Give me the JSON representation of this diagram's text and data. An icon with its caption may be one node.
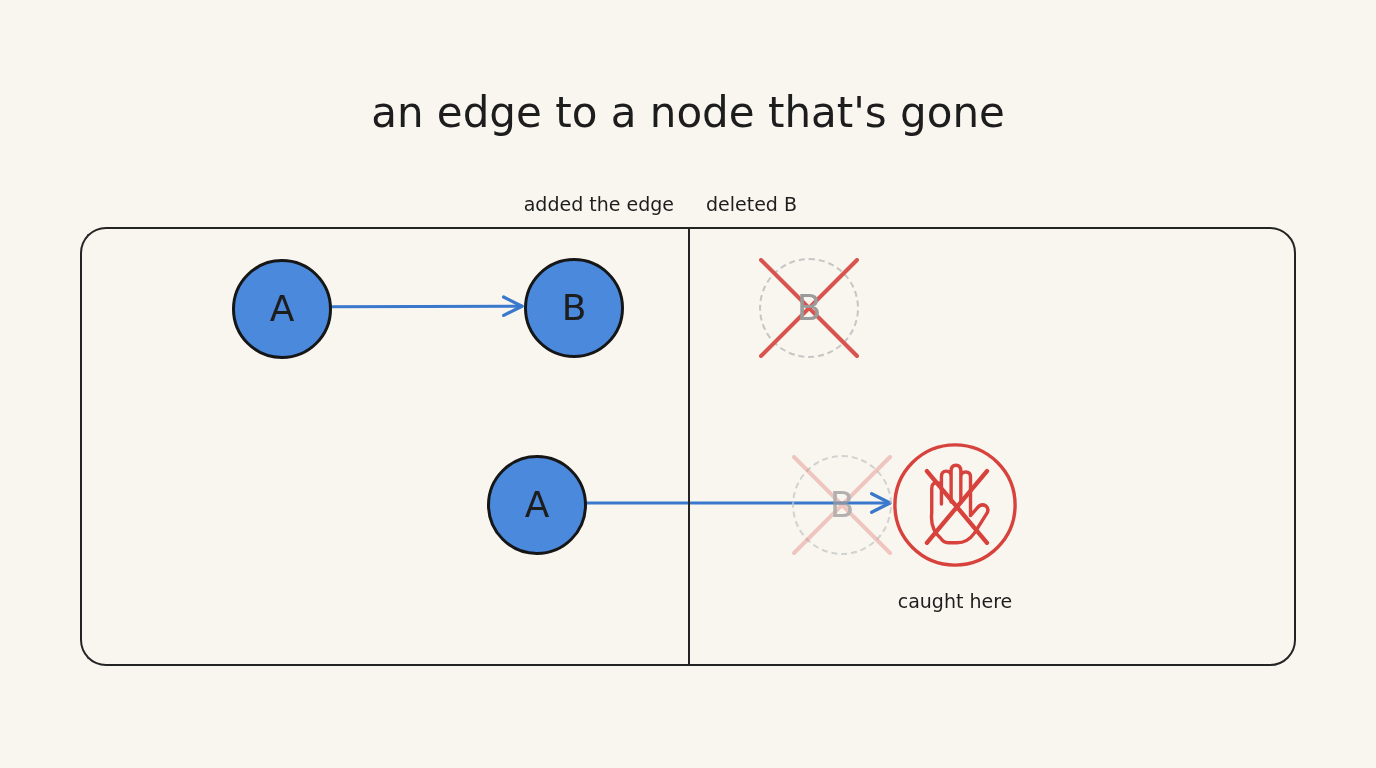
{
  "diagram": {
    "title": "an edge to a node that's gone",
    "nodes": [
      {
        "text": [
          "added the edge"
        ]
      },
      {
        "text": [
          "A"
        ],
        "in": 0
      },
      {
        "text": [
          "B"
        ],
        "in": 0
      },
      {
        "text": [
          "A"
        ],
        "in": 0
      },
      {
        "text": [
          "deleted B"
        ]
      },
      {
        "text": [
          "B"
        ],
        "in": 4
      },
      {
        "text": [
          "B"
        ],
        "in": 4
      },
      {
        "text": [],
        "shape": "picture",
        "in": 4,
        "beside": [
          "caught here"
        ]
      }
    ],
    "edges": [
      {
        "from": 1,
        "to": 2,
        "arrow": "to"
      },
      {
        "from": 3,
        "to": 6,
        "arrow": "to"
      }
    ]
  }
}
